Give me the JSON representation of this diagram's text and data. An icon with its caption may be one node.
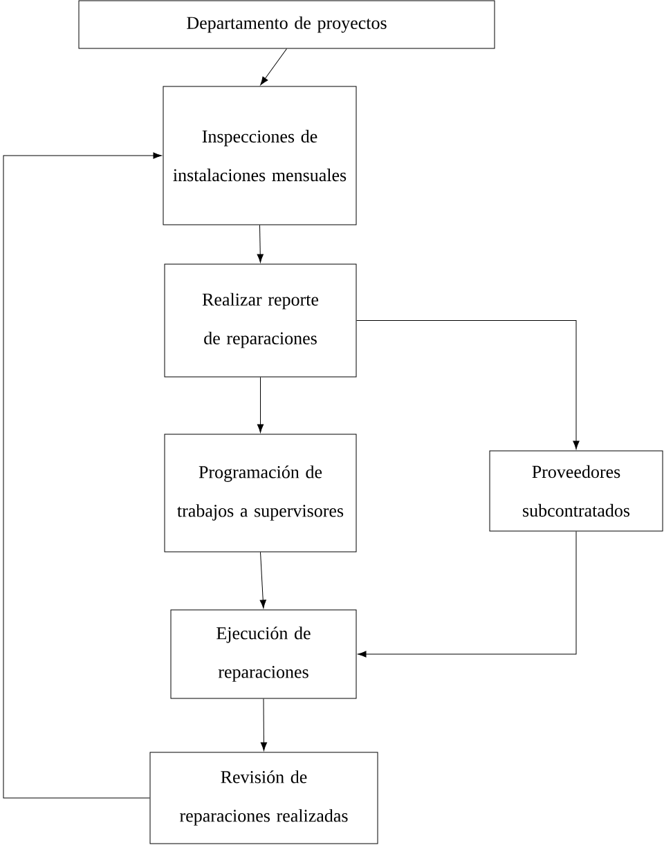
{
  "diagram": {
    "nodes": [
      {
        "text": [
          "Departamento de proyectos"
        ]
      },
      {
        "text": [
          "Inspecciones de instalaciones mensuales"
        ]
      },
      {
        "text": [
          "Realizar reporte de reparaciones"
        ]
      },
      {
        "text": [
          "Programación de trabajos a supervisores"
        ]
      },
      {
        "text": [
          "Proveedores subcontratados"
        ]
      },
      {
        "text": [
          "Ejecución de reparaciones"
        ]
      },
      {
        "text": [
          "Revisión de reparaciones realizadas"
        ]
      }
    ],
    "edges": [
      {
        "from": 0,
        "to": 1,
        "arrow": "to"
      },
      {
        "from": 1,
        "to": 2,
        "arrow": "to"
      },
      {
        "from": 2,
        "to": 3,
        "arrow": "to"
      },
      {
        "from": 2,
        "to": 4,
        "arrow": "to"
      },
      {
        "from": 3,
        "to": 5,
        "arrow": "to"
      },
      {
        "from": 4,
        "to": 5,
        "arrow": "to"
      },
      {
        "from": 5,
        "to": 6,
        "arrow": "to"
      },
      {
        "from": 6,
        "to": 1,
        "arrow": "to"
      }
    ]
  }
}
